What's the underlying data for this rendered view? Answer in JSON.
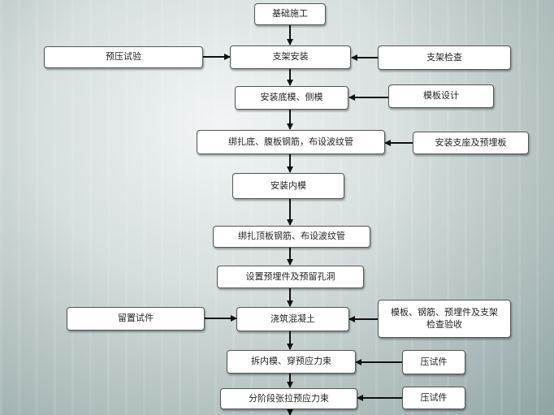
{
  "nodes": {
    "n1": "基础施工",
    "n2": "支架安装",
    "n3": "安装底模、侧模",
    "n4": "绑扎底、腹板钢筋，布设波纹管",
    "n5": "安装内模",
    "n6": "绑扎顶板钢筋、布设波纹管",
    "n7": "设置预埋件及预留孔洞",
    "n8": "浇筑混凝土",
    "n9": "拆内模、穿预应力束",
    "n10": "分阶段张拉预应力束"
  },
  "side_nodes": {
    "preload_test": "预压试验",
    "support_check": "支架检查",
    "formwork_design": "模板设计",
    "install_bearing": "安装支座及预埋板",
    "reserve_specimen": "留置试件",
    "inspection": "模板、钢筋、预埋件及支架检查验收",
    "compress_specimen_1": "压试件",
    "compress_specimen_2": "压试件"
  },
  "colors": {
    "box_border": "#555555",
    "arrow": "#111111"
  }
}
